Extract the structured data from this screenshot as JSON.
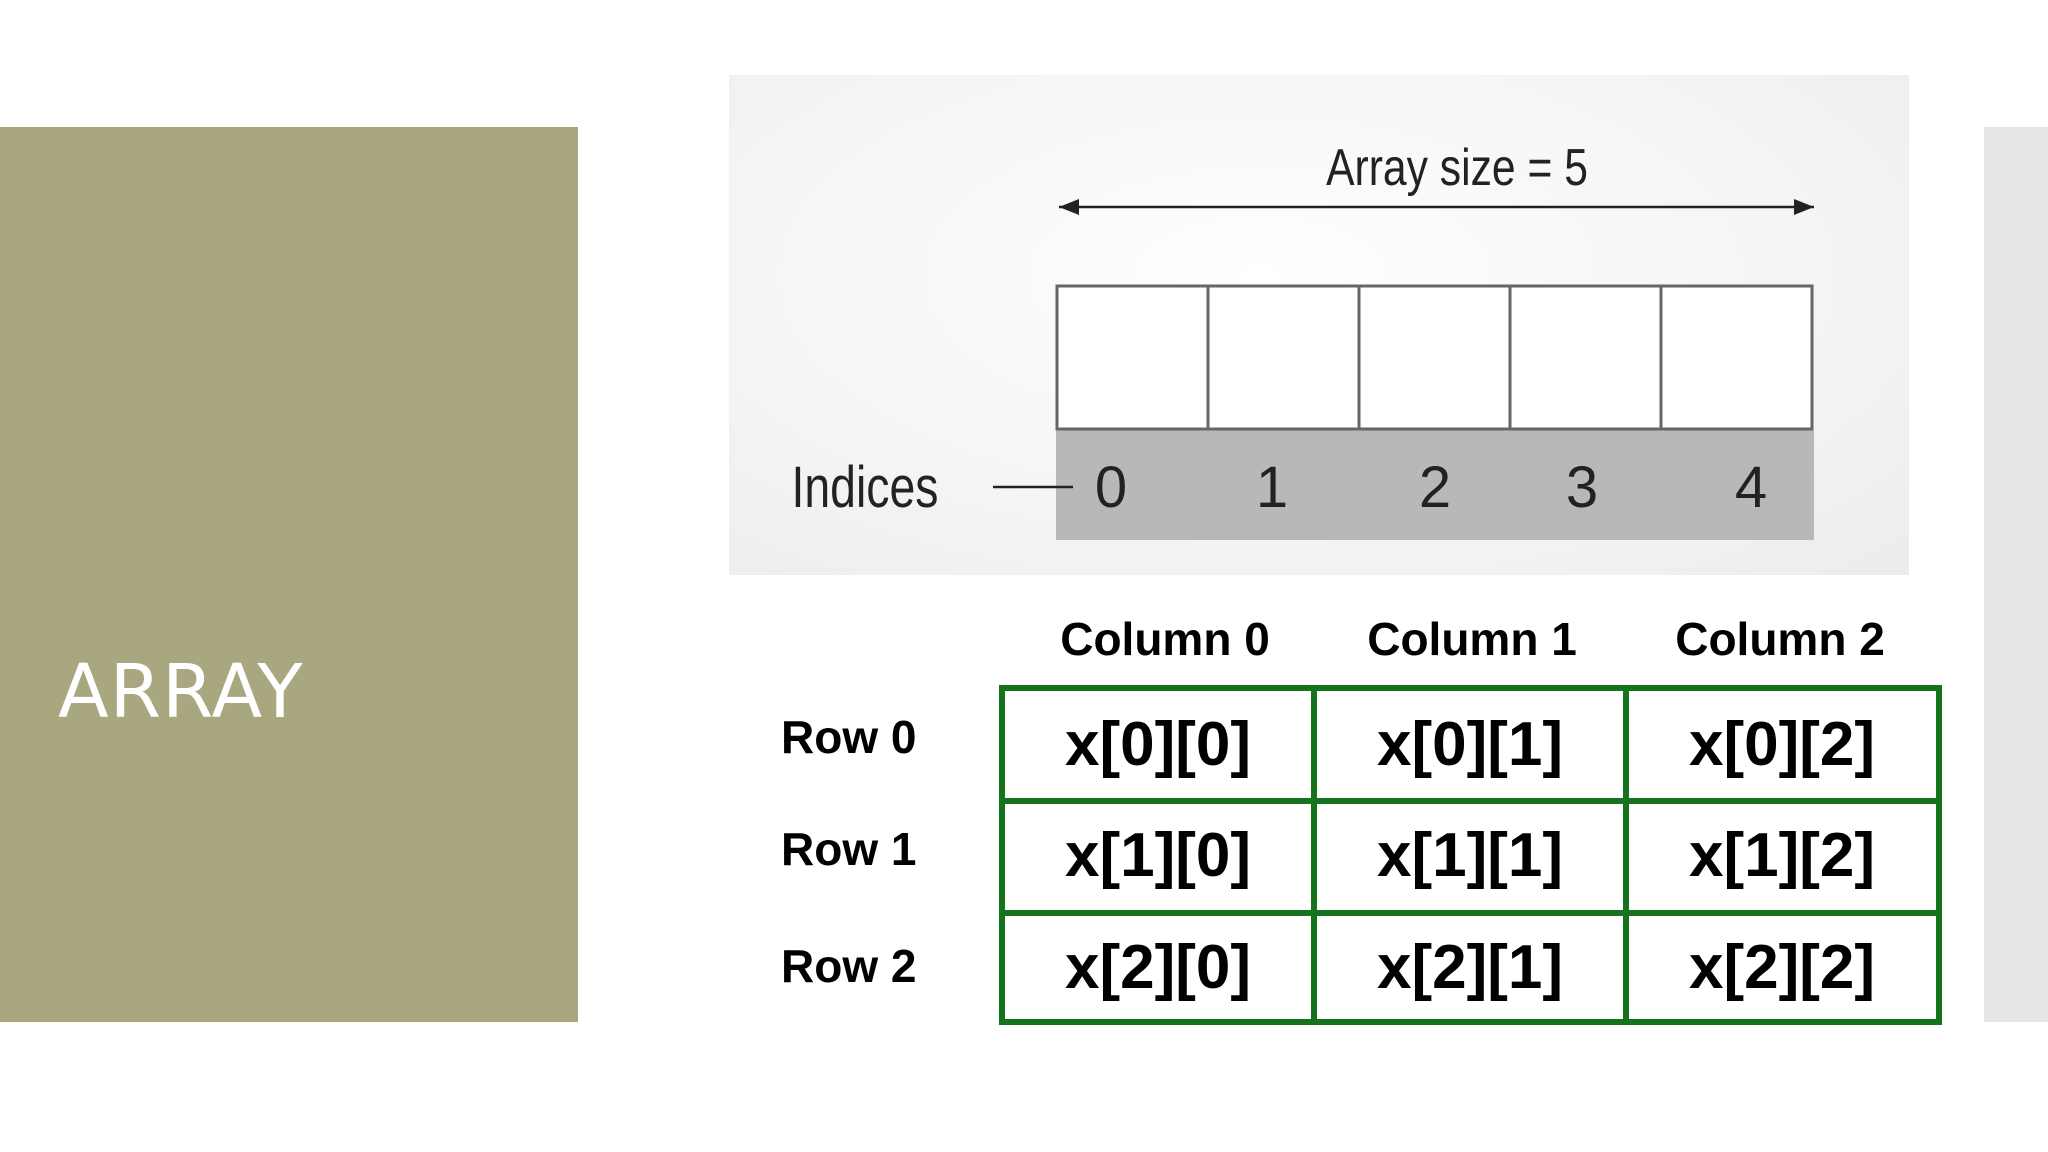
{
  "slide": {
    "title": "ARRAY"
  },
  "array_1d": {
    "size_label": "Array size = 5",
    "indices_label": "Indices",
    "indices": [
      "0",
      "1",
      "2",
      "3",
      "4"
    ]
  },
  "array_2d": {
    "columns": [
      "Column 0",
      "Column 1",
      "Column 2"
    ],
    "rows": [
      {
        "label": "Row 0",
        "cells": [
          "x[0][0]",
          "x[0][1]",
          "x[0][2]"
        ]
      },
      {
        "label": "Row 1",
        "cells": [
          "x[1][0]",
          "x[1][1]",
          "x[1][2]"
        ]
      },
      {
        "label": "Row 2",
        "cells": [
          "x[2][0]",
          "x[2][1]",
          "x[2][2]"
        ]
      }
    ]
  },
  "colors": {
    "title_panel": "#a8a780",
    "grid_border": "#16731d",
    "index_band": "#b9b7ba"
  }
}
